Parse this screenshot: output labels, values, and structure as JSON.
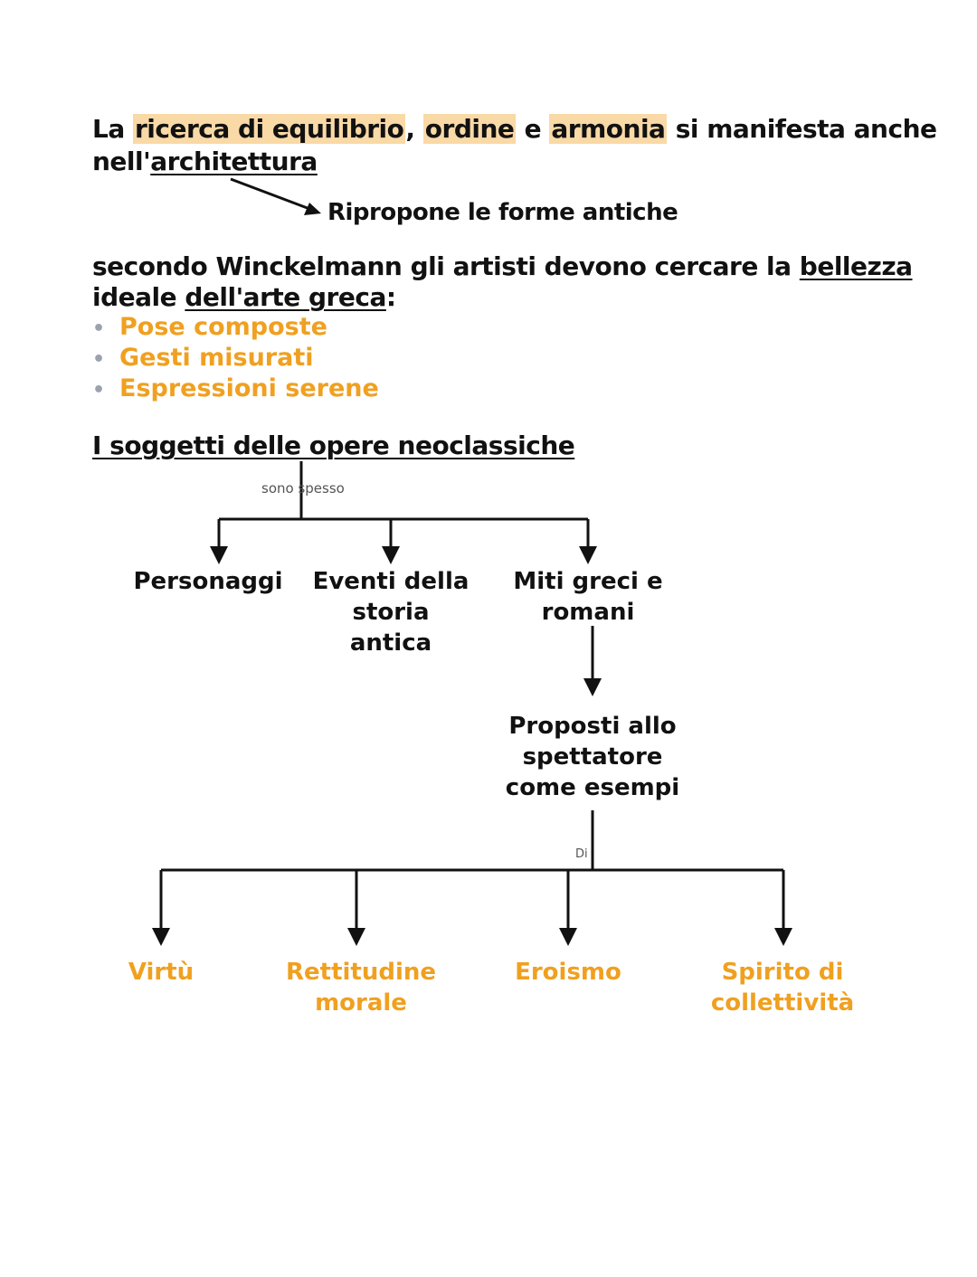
{
  "intro": {
    "p1": "La",
    "h1": "ricerca di equilibrio",
    "p2": ",",
    "h2": "ordine",
    "p3": "e",
    "h3": "armonia",
    "p4": "si manifesta anche",
    "p5": "nell'",
    "u1": "architettura",
    "arrow_label": "Ripropone le forme antiche"
  },
  "winckelmann": {
    "p1": "secondo Winckelmann gli artisti devono cercare la",
    "u1": "bellezza",
    "p2": "ideale",
    "u2": "dell'arte greca",
    "p3": ":",
    "bullets": [
      "Pose composte",
      "Gesti misurati",
      "Espressioni serene"
    ]
  },
  "diagram": {
    "title": "I soggetti delle opere neoclassiche",
    "connector1": "sono spesso",
    "level1": [
      "Personaggi",
      "Eventi della storia antica",
      "Miti greci e romani"
    ],
    "proposti": "Proposti allo spettatore come esempi",
    "connector2": "Di",
    "level3": [
      "Virtù",
      "Rettitudine morale",
      "Eroismo",
      "Spirito di collettività"
    ]
  },
  "colors": {
    "highlight": "#f9d9a6",
    "accent": "#f0a020",
    "text": "#111111"
  }
}
